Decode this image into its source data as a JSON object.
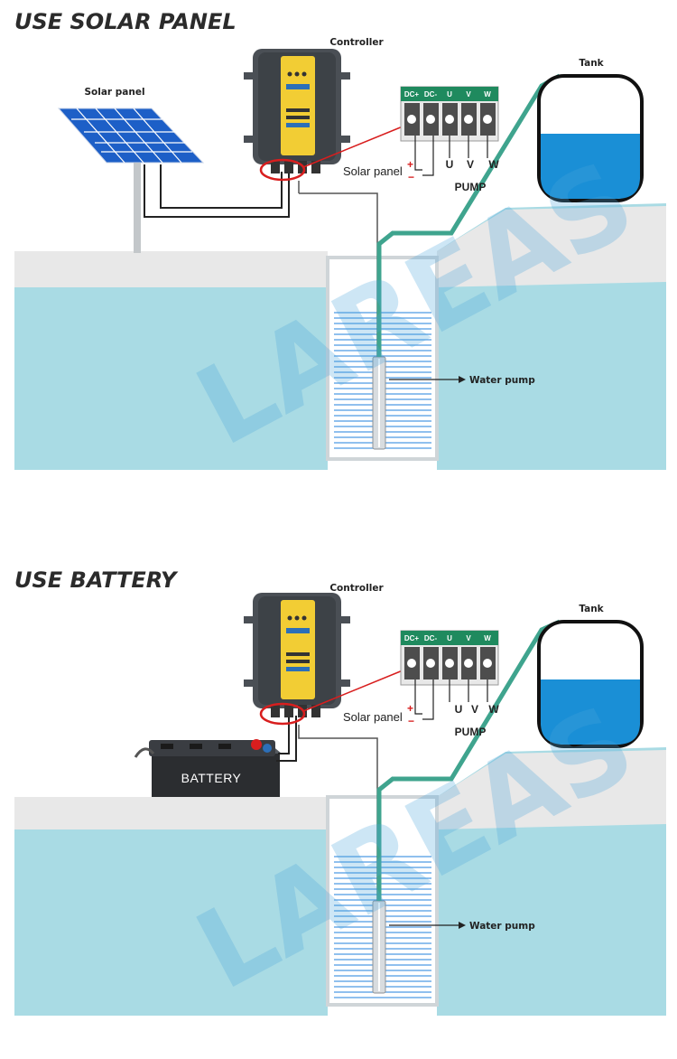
{
  "solar_section": {
    "title": "USE SOLAR PANEL",
    "labels": {
      "controller": "Controller",
      "solar_panel": "Solar panel",
      "tank": "Tank",
      "wiring_source": "Solar panel",
      "pump_group": "PUMP",
      "water_pump": "Water pump"
    },
    "terminals": [
      "DC+",
      "DC-",
      "U",
      "V",
      "W"
    ],
    "phases": [
      "U",
      "V",
      "W"
    ],
    "polarity": [
      "+",
      "−"
    ],
    "watermark": "LAREAS"
  },
  "battery_section": {
    "title": "USE BATTERY",
    "labels": {
      "controller": "Controller",
      "tank": "Tank",
      "battery": "BATTERY",
      "wiring_source": "Solar panel",
      "pump_group": "PUMP",
      "water_pump": "Water pump"
    },
    "terminals": [
      "DC+",
      "DC-",
      "U",
      "V",
      "W"
    ],
    "phases": [
      "U",
      "V",
      "W"
    ],
    "polarity": [
      "+",
      "−"
    ],
    "watermark": "LAREAS"
  },
  "colors": {
    "ground_water": "#a9dbe4",
    "ground_top": "#e6e6e6",
    "pipe": "#3fa48e",
    "tank_water": "#1a8fd6",
    "well_water": "#3b8ee0",
    "terminal_board": "#1f8a5e",
    "highlight_ring": "#d81e1e",
    "controller_body": "#4a4f55",
    "controller_panel": "#f2cd34",
    "solar_cell": "#1d5fc7"
  }
}
